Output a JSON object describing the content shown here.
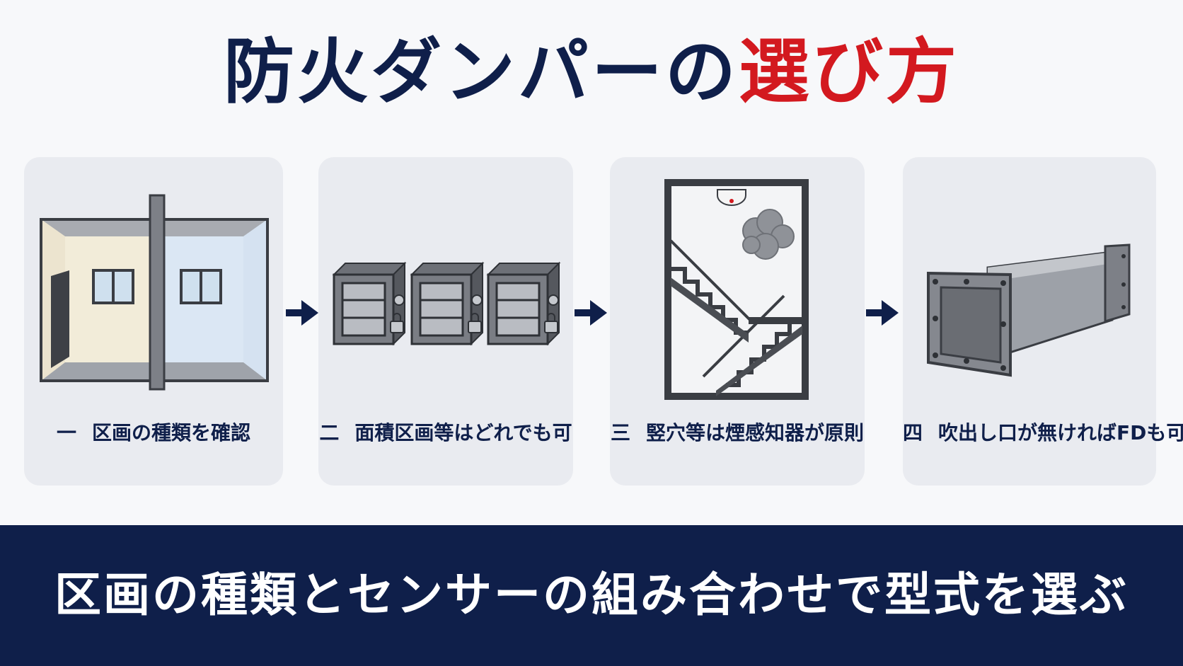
{
  "title": {
    "main": "防火ダンパーの",
    "accent": "選び方"
  },
  "steps": [
    {
      "number": "一",
      "label": "区画の種類を確認"
    },
    {
      "number": "二",
      "label": "面積区画等はどれでも可"
    },
    {
      "number": "三",
      "label": "竪穴等は煙感知器が原則"
    },
    {
      "number": "四",
      "label": "吹出し口が無ければFDも可"
    }
  ],
  "banner": {
    "text": "区画の種類とセンサーの組み合わせで型式を選ぶ"
  },
  "colors": {
    "navy": "#0f1f4a",
    "accent_red": "#d3191f",
    "card_bg": "#e9ebf0"
  }
}
